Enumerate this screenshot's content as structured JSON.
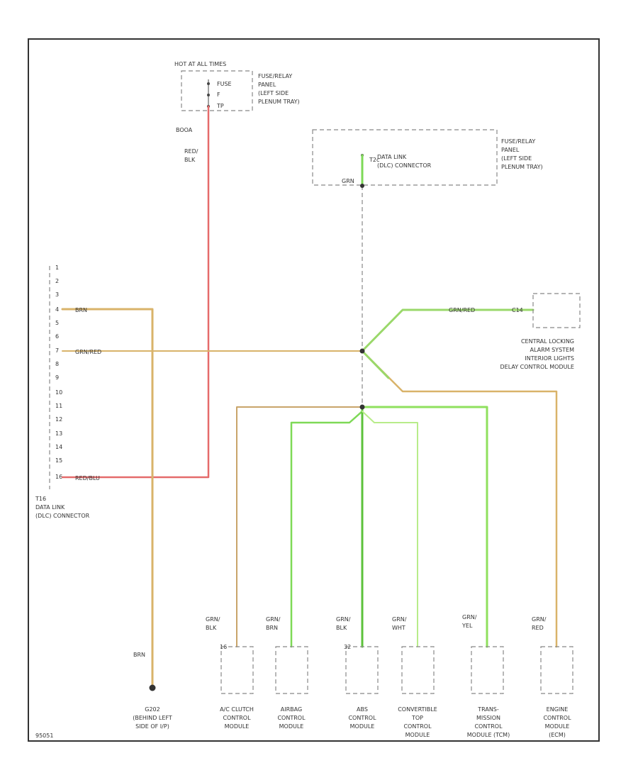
{
  "hot_source": "HOT AT ALL TIMES",
  "fuse_top": {
    "lines": [
      "FUSE",
      "F",
      "TP"
    ],
    "location": [
      "FUSE/RELAY",
      "PANEL",
      "(LEFT SIDE",
      "PLENUM TRAY)"
    ]
  },
  "wire_id_top": "BOOA",
  "wire_red_blk": [
    "RED/",
    "BLK"
  ],
  "dlc_box": {
    "connector_label": [
      "T2c",
      "DATA LINK",
      "(DLC) CONNECTOR"
    ],
    "location": [
      "FUSE/RELAY",
      "PANEL",
      "(LEFT SIDE",
      "PLENUM TRAY)"
    ],
    "wire_grn": "GRN"
  },
  "left_connector": {
    "pins": [
      "1",
      "2",
      "3",
      "4",
      "5",
      "6",
      "7",
      "8",
      "9",
      "10",
      "11",
      "12",
      "13",
      "14",
      "15",
      "16"
    ],
    "pin4_wire": "BRN",
    "pin7_wire": "GRN/RED",
    "pin16_wire": "RED/BLU",
    "caption": [
      "T16",
      "DATA LINK",
      "(DLC) CONNECTOR"
    ]
  },
  "right_module": {
    "wire": "GRN/RED",
    "pin": "C14",
    "caption": [
      "CENTRAL LOCKING",
      "ALARM SYSTEM",
      "INTERIOR LIGHTS",
      "DELAY CONTROL MODULE"
    ]
  },
  "ground": {
    "wire": "BRN",
    "caption": [
      "G202",
      "(BEHIND LEFT",
      "SIDE OF I/P)"
    ]
  },
  "modules": [
    {
      "wire": [
        "GRN/",
        "BLK"
      ],
      "pin": "16",
      "caption": [
        "A/C CLUTCH",
        "CONTROL",
        "MODULE"
      ]
    },
    {
      "wire": [
        "GRN/",
        "BRN"
      ],
      "pin": "",
      "caption": [
        "AIRBAG",
        "CONTROL",
        "MODULE"
      ]
    },
    {
      "wire": [
        "GRN/",
        "BLK"
      ],
      "pin": "32",
      "caption": [
        "ABS",
        "CONTROL",
        "MODULE"
      ]
    },
    {
      "wire": [
        "GRN/",
        "WHT"
      ],
      "pin": "",
      "caption": [
        "CONVERTIBLE",
        "TOP",
        "CONTROL",
        "MODULE"
      ]
    },
    {
      "wire": [
        "GRN/",
        "YEL"
      ],
      "pin": "",
      "caption": [
        "TRANS-",
        "MISSION",
        "CONTROL",
        "MODULE (TCM)"
      ]
    },
    {
      "wire": [
        "GRN/",
        "RED"
      ],
      "pin": "",
      "caption": [
        "ENGINE",
        "CONTROL",
        "MODULE",
        "(ECM)"
      ]
    }
  ],
  "diagram_id": "95051",
  "colors": {
    "red": "#e56b6b",
    "tan": "#d9b36a",
    "green": "#7ed957",
    "light_green": "#b8ec8a",
    "dark_green": "#5cc23a"
  }
}
